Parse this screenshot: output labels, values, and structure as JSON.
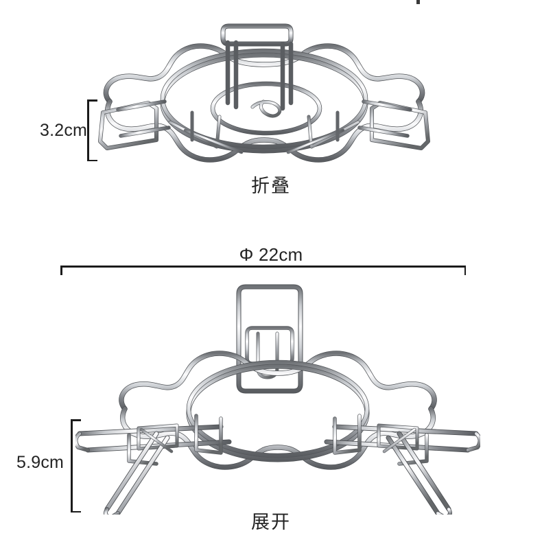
{
  "page": {
    "background_color": "#ffffff",
    "text_color": "#242424",
    "rule_color": "#1b1b1b",
    "metal_color": "#b9bcc0"
  },
  "dimensions": {
    "folded_height": "3.2cm",
    "open_height": "5.9cm",
    "overall_width": "Φ 22cm"
  },
  "captions": {
    "folded": "折叠",
    "open": "展开"
  },
  "products": {
    "folded": {
      "name": "folding-pot-rack-collapsed",
      "description": "chrome wire pot rack shown folded flat"
    },
    "open": {
      "name": "folding-pot-rack-expanded",
      "description": "chrome wire pot rack shown with legs extended"
    }
  }
}
